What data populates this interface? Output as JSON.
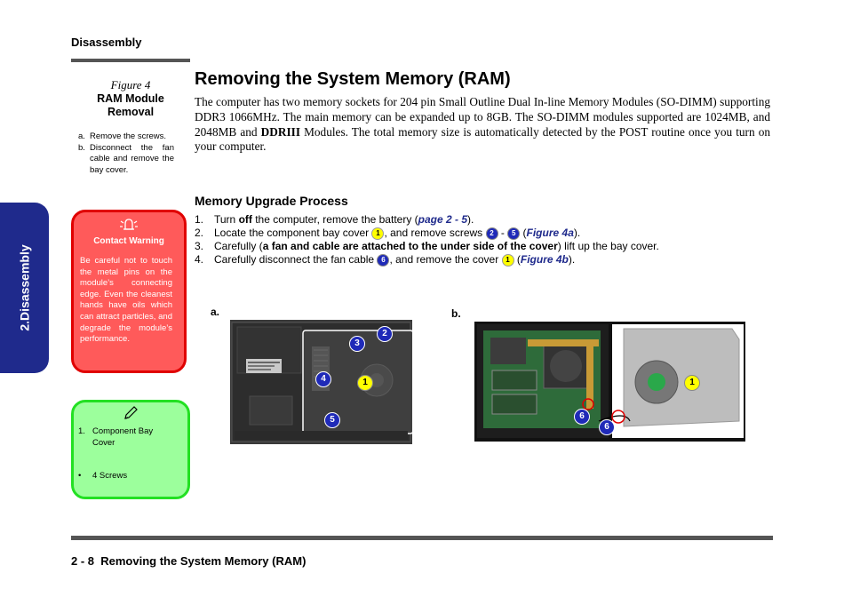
{
  "header": {
    "section": "Disassembly"
  },
  "side_tab": {
    "label": "2.Disassembly"
  },
  "figure": {
    "number": "Figure 4",
    "title_line1": "RAM Module",
    "title_line2": "Removal",
    "steps": [
      {
        "label": "a.",
        "text": "Remove the screws."
      },
      {
        "label": "b.",
        "text": "Disconnect the fan cable and remove the bay cover."
      }
    ]
  },
  "warning": {
    "icon": "warning-bell-icon",
    "title": "Contact Warning",
    "text": "Be careful not to touch the metal pins on the module’s connecting edge. Even the cleanest hands have oils which can attract particles, and degrade the module’s performance."
  },
  "note": {
    "icon": "pencil-icon",
    "items": [
      {
        "label": "1.",
        "text": "Component Bay Cover"
      },
      {
        "label": "•",
        "text": "4 Screws"
      }
    ]
  },
  "main": {
    "title": "Removing the System Memory (RAM)",
    "intro_1": "The computer has two memory sockets for 204 pin Small Outline Dual In-line Memory Modules (SO-DIMM) supporting DDR3 1066MHz. The main memory can be expanded up to 8GB. The SO-DIMM modules supported are 1024MB, and 2048MB and ",
    "intro_bold": "DDRIII",
    "intro_2": " Modules. The total memory size is automatically detected by the POST routine once you turn on your computer.",
    "subheading": "Memory Upgrade Process",
    "steps": [
      {
        "n": "1.",
        "a": "Turn ",
        "b": "off",
        "c": " the computer, remove the battery (",
        "link": "page 2 - 5",
        "d": ")."
      },
      {
        "n": "2.",
        "a": "Locate the component bay cover ",
        "c1": "1",
        "b": ", and remove screws ",
        "c2": "2",
        "dash": " - ",
        "c3": "5",
        "c": " (",
        "link": "Figure 4a",
        "d": ")."
      },
      {
        "n": "3.",
        "a": "Carefully (",
        "b": "a fan and cable are attached to the under side of the cover",
        "c": ") lift up the bay cover."
      },
      {
        "n": "4.",
        "a": "Carefully disconnect the fan cable ",
        "c1": "6",
        "b": ", and remove the cover ",
        "c2": "1",
        "c": " (",
        "link": "Figure 4b",
        "d": ")."
      }
    ]
  },
  "figure_a": {
    "label": "a.",
    "callouts": [
      "2",
      "3",
      "4",
      "1",
      "5"
    ]
  },
  "figure_b": {
    "label": "b.",
    "callouts": [
      "6",
      "6",
      "1"
    ]
  },
  "footer": {
    "page": "2 - 8",
    "title": "Removing the System Memory (RAM)"
  },
  "colors": {
    "tab": "#1f2a8c",
    "warning_fill": "#ff5a5a",
    "warning_border": "#e00000",
    "note_fill": "#9cff9c",
    "note_border": "#23e023",
    "link": "#1f2a8c"
  }
}
